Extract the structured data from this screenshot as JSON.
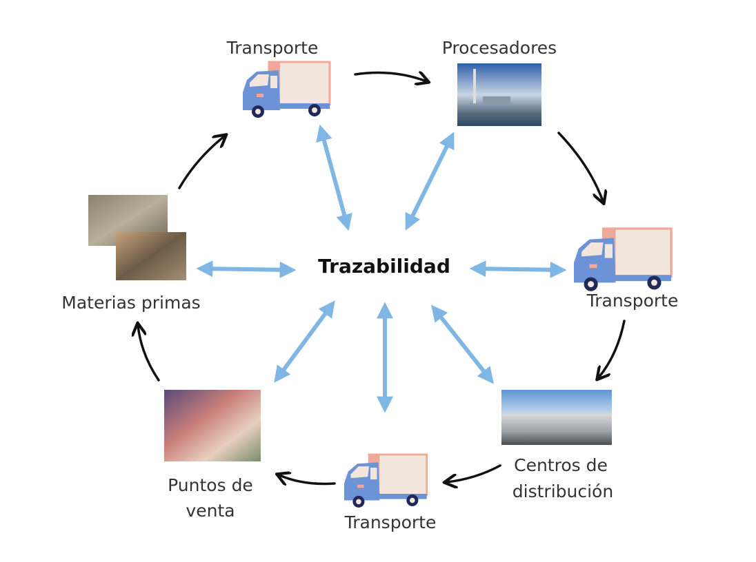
{
  "center": {
    "label": "Trazabilidad"
  },
  "nodes": {
    "transport_top": {
      "label": "Transporte",
      "icon": "truck-icon"
    },
    "processors": {
      "label": "Procesadores",
      "icon": "factory-photo"
    },
    "transport_right": {
      "label": "Transporte",
      "icon": "truck-icon"
    },
    "distribution": {
      "label_line1": "Centros de",
      "label_line2": "distribución",
      "icon": "warehouse-photo"
    },
    "transport_bottom": {
      "label": "Transporte",
      "icon": "truck-icon"
    },
    "sales": {
      "label_line1": "Puntos de",
      "label_line2": "venta",
      "icon": "fish-market-photo"
    },
    "raw_materials": {
      "label": "Materias primas",
      "icon": "fish-photo"
    }
  },
  "colors": {
    "link": "#7fb6e3",
    "flow": "#111111",
    "truck_cab": "#6b93d6",
    "truck_box": "#f3e6dc",
    "truck_box_edge": "#f0a89a"
  }
}
